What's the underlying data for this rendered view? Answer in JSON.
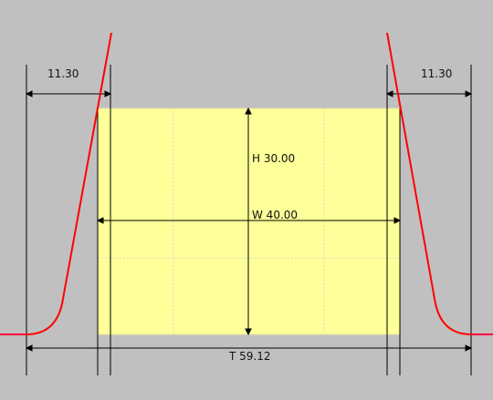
{
  "colors": {
    "background": "#c0c0c0",
    "fill_area": "#ffff99",
    "fill_area_edge": "#e6e6a0",
    "grid": "#d8d8c0",
    "dimension": "#000000",
    "profile": "#ff0000",
    "baseline": "#ff0040"
  },
  "dimensions": {
    "left_offset": "11.30",
    "right_offset": "11.30",
    "height": "H 30.00",
    "width": "W 40.00",
    "total": "T 59.12"
  }
}
